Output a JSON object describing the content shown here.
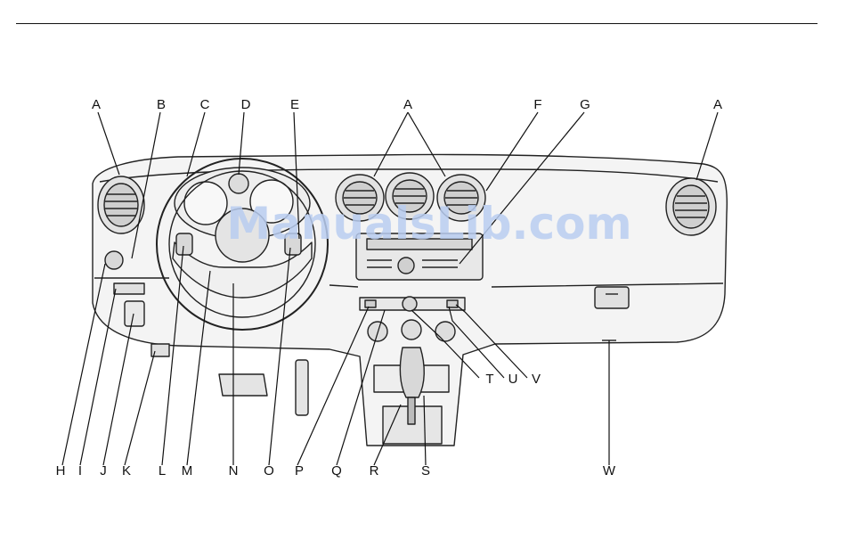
{
  "diagram": {
    "callouts_top": [
      "A",
      "B",
      "C",
      "D",
      "E",
      "A",
      "F",
      "G",
      "A"
    ],
    "callouts_bottom": [
      "H",
      "I",
      "J",
      "K",
      "L",
      "M",
      "N",
      "O",
      "P",
      "Q",
      "R",
      "S",
      "W"
    ],
    "callouts_right": [
      "T",
      "U",
      "V"
    ],
    "watermark": "ManualsLib.com"
  }
}
